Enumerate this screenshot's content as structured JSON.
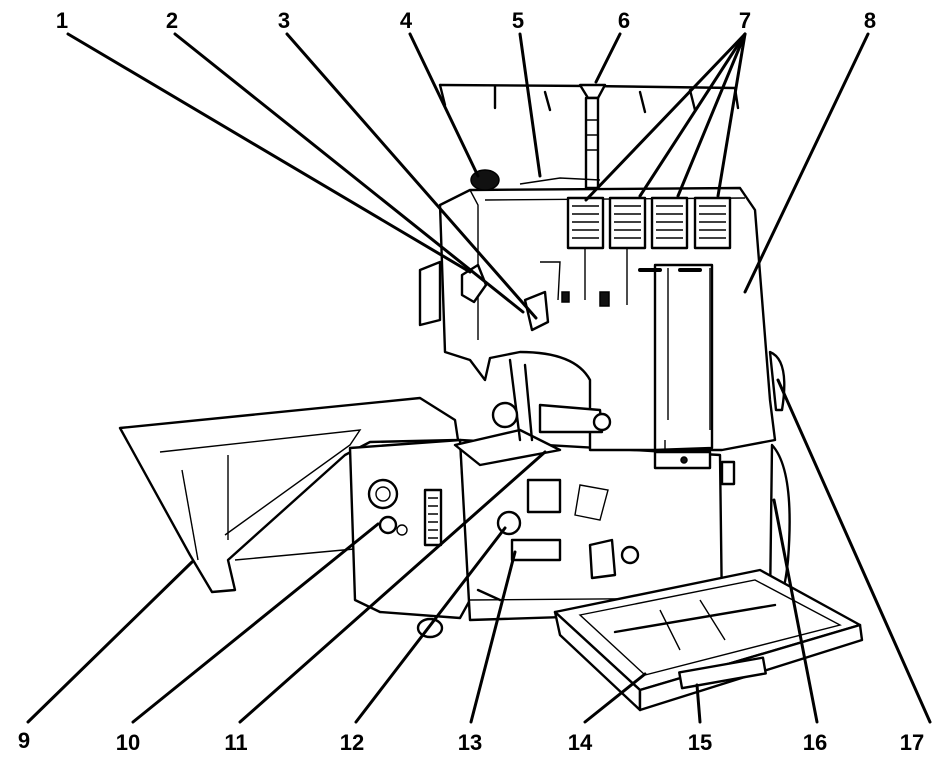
{
  "labels": [
    {
      "id": "1",
      "text": "1"
    },
    {
      "id": "2",
      "text": "2"
    },
    {
      "id": "3",
      "text": "3"
    },
    {
      "id": "4",
      "text": "4"
    },
    {
      "id": "5",
      "text": "5"
    },
    {
      "id": "6",
      "text": "6"
    },
    {
      "id": "7",
      "text": "7"
    },
    {
      "id": "8",
      "text": "8"
    },
    {
      "id": "9",
      "text": "9"
    },
    {
      "id": "10",
      "text": "10"
    },
    {
      "id": "11",
      "text": "11"
    },
    {
      "id": "12",
      "text": "12"
    },
    {
      "id": "13",
      "text": "13"
    },
    {
      "id": "14",
      "text": "14"
    },
    {
      "id": "15",
      "text": "15"
    },
    {
      "id": "16",
      "text": "16"
    },
    {
      "id": "17",
      "text": "17"
    }
  ]
}
